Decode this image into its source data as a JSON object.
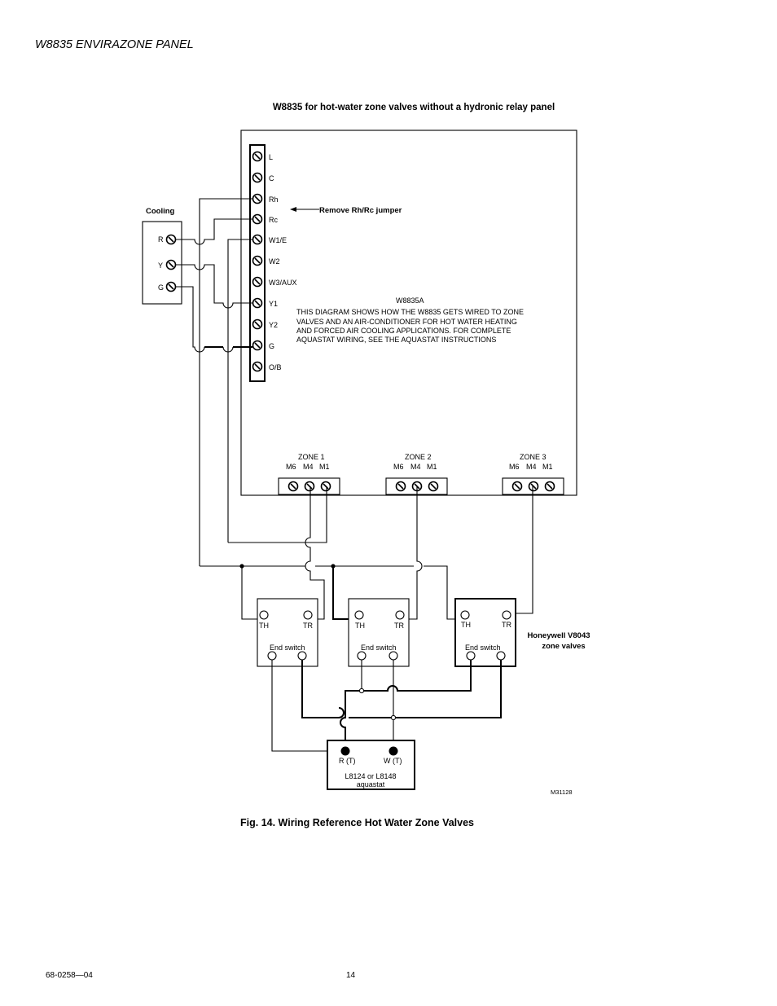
{
  "page": {
    "running_head": "W8835 ENVIRAZONE PANEL",
    "doc_number": "68-0258—04",
    "page_number": "14"
  },
  "diagram": {
    "title": "W8835 for hot-water zone valves without a hydronic relay panel",
    "panel_model": "W8835A",
    "note_lines": [
      "THIS DIAGRAM SHOWS HOW THE W8835 GETS WIRED TO ZONE",
      "VALVES AND AN AIR-CONDITIONER FOR HOT WATER HEATING",
      "AND FORCED AIR COOLING APPLICATIONS. FOR COMPLETE",
      "AQUASTAT WIRING, SEE THE AQUASTAT INSTRUCTIONS"
    ],
    "terminal_strip": [
      "L",
      "C",
      "Rh",
      "Rc",
      "W1/E",
      "W2",
      "W3/AUX",
      "Y1",
      "Y2",
      "G",
      "O/B"
    ],
    "jumper_callout": "Remove Rh/Rc jumper",
    "cooling": {
      "label": "Cooling",
      "terminals": [
        "R",
        "Y",
        "G"
      ]
    },
    "zones": [
      {
        "label": "ZONE 1",
        "terminals": [
          "M6",
          "M4",
          "M1"
        ]
      },
      {
        "label": "ZONE 2",
        "terminals": [
          "M6",
          "M4",
          "M1"
        ]
      },
      {
        "label": "ZONE 3",
        "terminals": [
          "M6",
          "M4",
          "M1"
        ]
      }
    ],
    "zone_valves": {
      "caption_line1": "Honeywell V8043",
      "caption_line2": "zone valves",
      "units": [
        {
          "th": "TH",
          "tr": "TR",
          "end_switch": "End switch"
        },
        {
          "th": "TH",
          "tr": "TR",
          "end_switch": "End switch"
        },
        {
          "th": "TH",
          "tr": "TR",
          "end_switch": "End switch"
        }
      ]
    },
    "aquastat": {
      "r_label": "R (T)",
      "w_label": "W (T)",
      "model_line1": "L8124 or L8148",
      "model_line2": "aquastat"
    },
    "drawing_id": "M31128"
  },
  "figure": {
    "caption": "Fig. 14.  Wiring Reference Hot Water Zone Valves"
  }
}
